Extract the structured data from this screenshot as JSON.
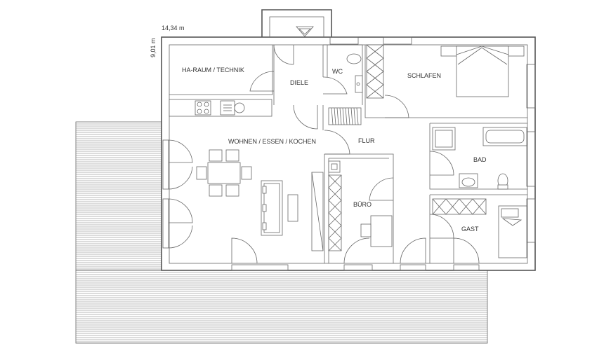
{
  "plan": {
    "dimensions": {
      "width": "14,34 m",
      "depth": "9,01 m"
    },
    "rooms": {
      "ha_raum": "HA-RAUM / TECHNIK",
      "diele": "DIELE",
      "wc": "WC",
      "schlafen": "SCHLAFEN",
      "wohnen": "WOHNEN / ESSEN / KOCHEN",
      "flur": "FLUR",
      "bad": "BAD",
      "buero": "BÜRO",
      "gast": "GAST"
    },
    "colors": {
      "line": "#555555",
      "background": "#ffffff",
      "text": "#333333"
    }
  }
}
